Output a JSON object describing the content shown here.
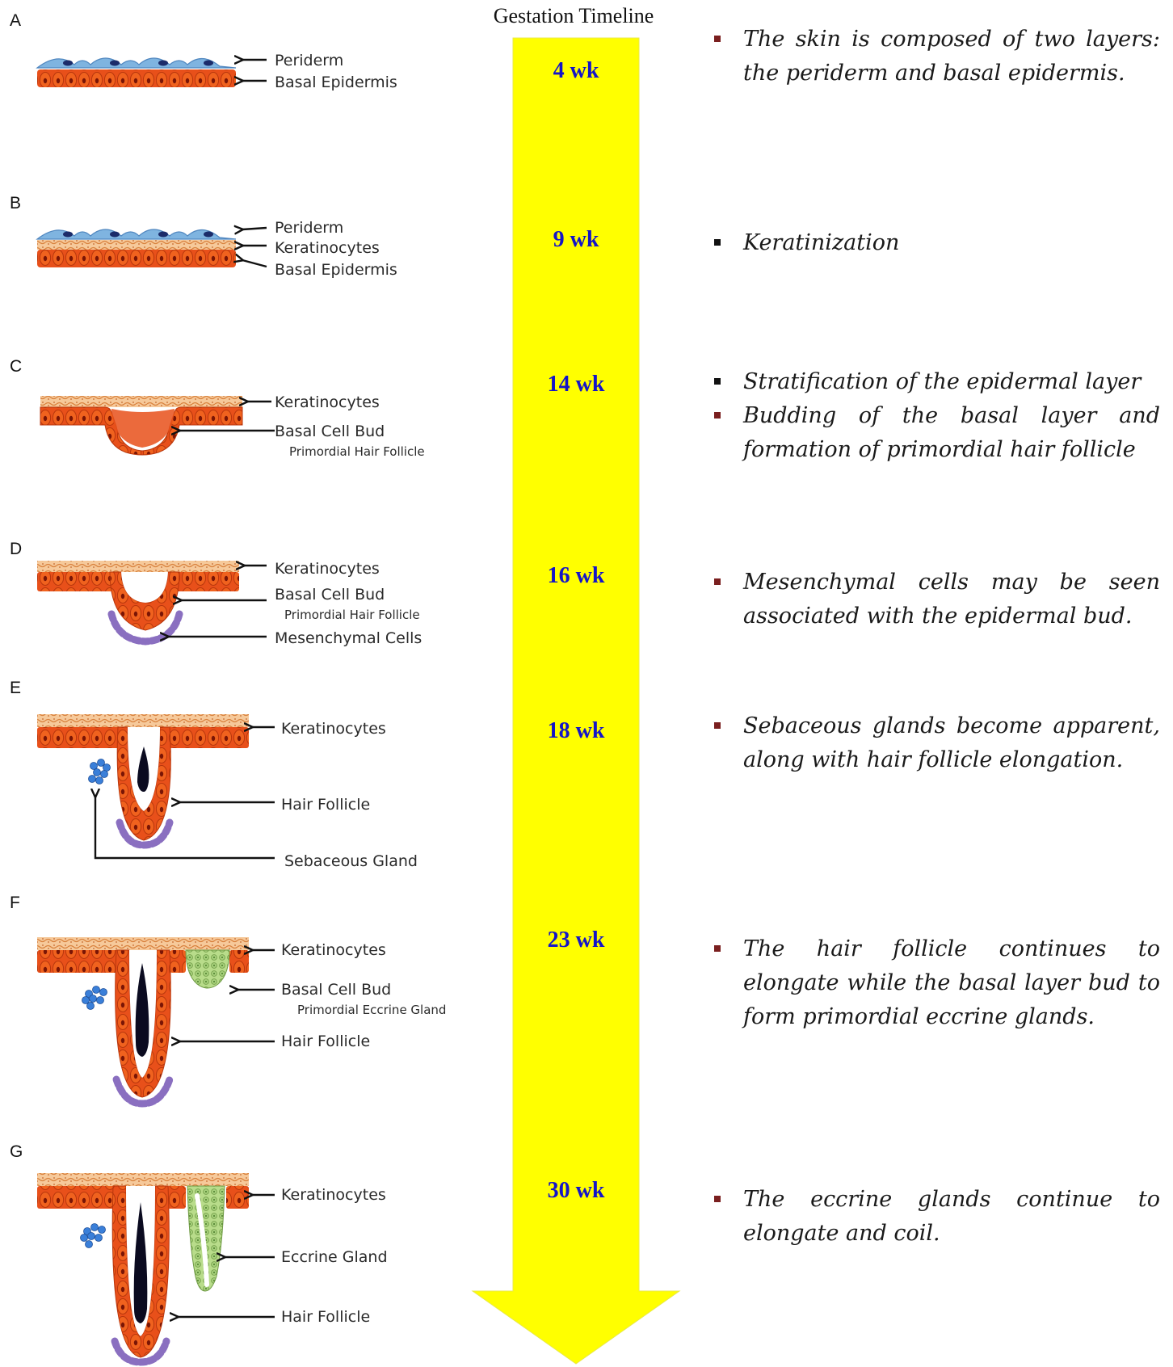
{
  "timeline": {
    "title": "Gestation  Timeline",
    "weeks": [
      "4 wk",
      "9 wk",
      "14 wk",
      "16 wk",
      "18 wk",
      "23 wk",
      "30 wk"
    ],
    "arrow_color": "#ffff00"
  },
  "panels": [
    {
      "letter": "A",
      "labels": [
        "Periderm",
        "Basal Epidermis"
      ]
    },
    {
      "letter": "B",
      "labels": [
        "Periderm",
        "Keratinocytes",
        "Basal Epidermis"
      ]
    },
    {
      "letter": "C",
      "labels": [
        "Keratinocytes",
        "Basal Cell Bud",
        "Primordial Hair Follicle"
      ]
    },
    {
      "letter": "D",
      "labels": [
        "Keratinocytes",
        "Basal Cell Bud",
        "Primordial Hair Follicle",
        "Mesenchymal Cells"
      ]
    },
    {
      "letter": "E",
      "labels": [
        "Keratinocytes",
        "Hair Follicle",
        "Sebaceous Gland"
      ]
    },
    {
      "letter": "F",
      "labels": [
        "Keratinocytes",
        "Basal Cell Bud",
        "Primordial Eccrine Gland",
        "Hair Follicle"
      ]
    },
    {
      "letter": "G",
      "labels": [
        "Keratinocytes",
        "Eccrine Gland",
        "Hair Follicle"
      ]
    }
  ],
  "descriptions": [
    {
      "items": [
        "The skin is composed of two layers: the periderm and basal epidermis."
      ]
    },
    {
      "items": [
        "Keratinization"
      ]
    },
    {
      "items": [
        "Stratification of the epidermal layer",
        "Budding of the basal layer and formation of primordial hair follicle"
      ]
    },
    {
      "items": [
        "Mesenchymal cells may be seen associated with the epidermal bud."
      ]
    },
    {
      "items": [
        "Sebaceous glands become apparent, along with hair follicle elongation."
      ]
    },
    {
      "items": [
        "The hair follicle continues to elongate while the basal layer bud to form primordial eccrine glands."
      ]
    },
    {
      "items": [
        "The eccrine glands continue to elongate and coil."
      ]
    }
  ],
  "colors": {
    "periderm": "#6fa8dc",
    "keratinocyte": "#f0a060",
    "basal": "#e8501a",
    "mesenchymal": "#8a6fc0",
    "sebaceous": "#3a7fd9",
    "eccrine": "#a8d47a",
    "hair_shaft": "#0b0b20",
    "bullet_red": "#7a1f1f",
    "week_text": "#1414c8"
  }
}
